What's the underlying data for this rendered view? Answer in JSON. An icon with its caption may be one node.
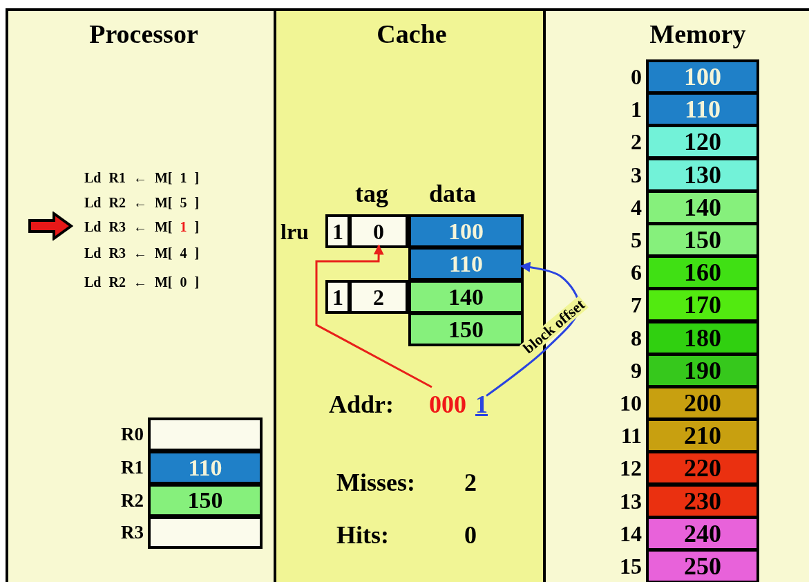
{
  "diagram": {
    "nodes": [
      {
        "text": [
          "Processor"
        ]
      },
      {
        "text": [],
        "shape": "box",
        "in": 0,
        "beside": [
          "R0"
        ]
      },
      {
        "text": [
          "110"
        ],
        "in": 0,
        "beside": [
          "R1"
        ]
      },
      {
        "text": [
          "150"
        ],
        "in": 0,
        "beside": [
          "R2"
        ]
      },
      {
        "text": [],
        "shape": "box",
        "in": 0,
        "beside": [
          "R3"
        ]
      },
      {
        "text": [
          "Cache"
        ]
      },
      {
        "text": [
          "1"
        ],
        "in": 5
      },
      {
        "text": [
          "0"
        ],
        "in": 5
      },
      {
        "text": [
          "100"
        ],
        "in": 5
      },
      {
        "text": [
          "110"
        ],
        "in": 5
      },
      {
        "text": [
          "1"
        ],
        "in": 5
      },
      {
        "text": [
          "2"
        ],
        "in": 5
      },
      {
        "text": [
          "140"
        ],
        "in": 5
      },
      {
        "text": [
          "150"
        ],
        "in": 5
      },
      {
        "text": [
          "000"
        ],
        "in": 5
      },
      {
        "text": [
          "1"
        ],
        "in": 5
      },
      {
        "text": [
          "Memory"
        ]
      },
      {
        "text": [
          "100"
        ],
        "in": 16,
        "beside": [
          "0"
        ]
      },
      {
        "text": [
          "110"
        ],
        "in": 16,
        "beside": [
          "1"
        ]
      },
      {
        "text": [
          "120"
        ],
        "in": 16,
        "beside": [
          "2"
        ]
      },
      {
        "text": [
          "130"
        ],
        "in": 16,
        "beside": [
          "3"
        ]
      },
      {
        "text": [
          "140"
        ],
        "in": 16,
        "beside": [
          "4"
        ]
      },
      {
        "text": [
          "150"
        ],
        "in": 16,
        "beside": [
          "5"
        ]
      },
      {
        "text": [
          "160"
        ],
        "in": 16,
        "beside": [
          "6"
        ]
      },
      {
        "text": [
          "170"
        ],
        "in": 16,
        "beside": [
          "7"
        ]
      },
      {
        "text": [
          "180"
        ],
        "in": 16,
        "beside": [
          "8"
        ]
      },
      {
        "text": [
          "190"
        ],
        "in": 16,
        "beside": [
          "9"
        ]
      },
      {
        "text": [
          "200"
        ],
        "in": 16,
        "beside": [
          "10"
        ]
      },
      {
        "text": [
          "210"
        ],
        "in": 16,
        "beside": [
          "11"
        ]
      },
      {
        "text": [
          "220"
        ],
        "in": 16,
        "beside": [
          "12"
        ]
      },
      {
        "text": [
          "230"
        ],
        "in": 16,
        "beside": [
          "13"
        ]
      },
      {
        "text": [
          "240"
        ],
        "in": 16,
        "beside": [
          "14"
        ]
      },
      {
        "text": [
          "250"
        ],
        "in": 16,
        "beside": [
          "15"
        ]
      }
    ],
    "edges": [
      {
        "from": 14,
        "to": 7,
        "arrow": "to",
        "color": "#e8201a"
      },
      {
        "from": 15,
        "to": 9,
        "arrow": "to",
        "label": "block offset",
        "color": "#2a44e0"
      }
    ],
    "labels": [
      "Ld R1 ← M[ 1 ]",
      "Ld R2 ← M[ 5 ]",
      "Ld R3 ← M[ 1 ]",
      "Ld R3 ← M[ 4 ]",
      "Ld R2 ← M[ 0 ]",
      "tag",
      "data",
      "lru",
      "Addr:",
      "Misses:",
      "2",
      "Hits:",
      "0"
    ]
  }
}
